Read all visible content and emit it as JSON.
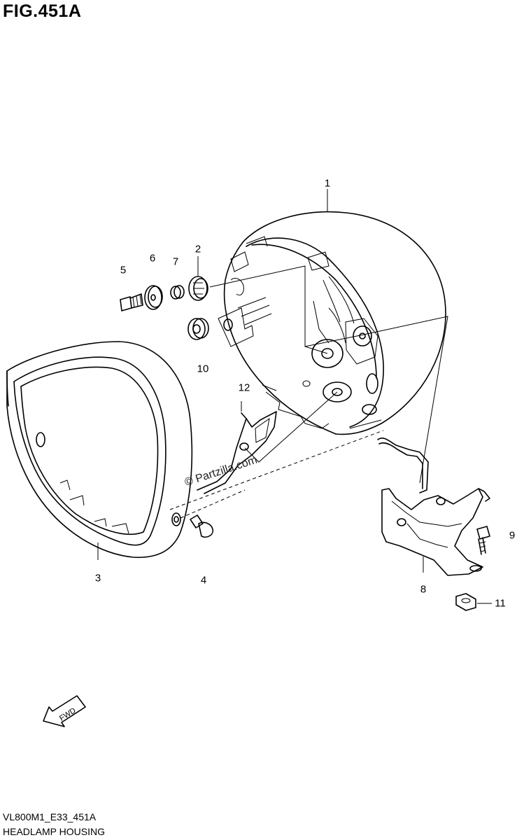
{
  "figure": {
    "title": "FIG.451A",
    "code": "VL800M1_E33_451A",
    "name": "HEADLAMP HOUSING",
    "watermark": "© Partzilla.com",
    "fwd_label": "FWD"
  },
  "callouts": [
    {
      "id": "1",
      "label": "1"
    },
    {
      "id": "2",
      "label": "2"
    },
    {
      "id": "3",
      "label": "3"
    },
    {
      "id": "4",
      "label": "4"
    },
    {
      "id": "5",
      "label": "5"
    },
    {
      "id": "6",
      "label": "6"
    },
    {
      "id": "7",
      "label": "7"
    },
    {
      "id": "8",
      "label": "8"
    },
    {
      "id": "9",
      "label": "9"
    },
    {
      "id": "10",
      "label": "10"
    },
    {
      "id": "11",
      "label": "11"
    },
    {
      "id": "12",
      "label": "12"
    }
  ]
}
